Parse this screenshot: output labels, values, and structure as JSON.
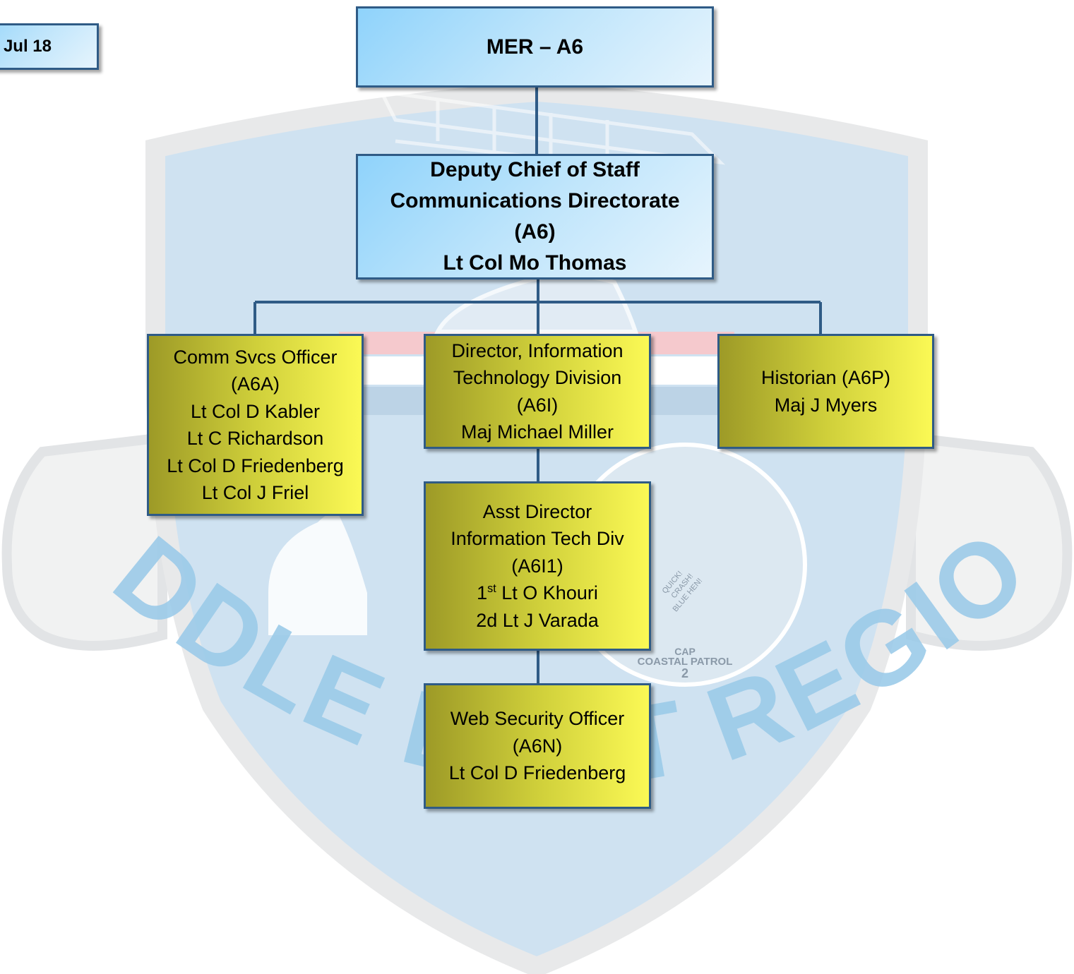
{
  "background": {
    "watermark_text": "MIDDLE EAST REGION",
    "emblem_text": [
      "CAP",
      "COASTAL PATROL",
      "2"
    ],
    "emblem_motto": [
      "QUICK!",
      "CRASH!",
      "BLUE HEN!"
    ]
  },
  "date_box": {
    "label": "Jul 18"
  },
  "top_box": {
    "label": "MER – A6"
  },
  "dcs_box": {
    "lines": [
      "Deputy Chief of Staff",
      "Communications Directorate",
      "(A6)",
      "Lt Col Mo Thomas"
    ]
  },
  "comm_box": {
    "lines": [
      "Comm Svcs Officer",
      "(A6A)",
      "Lt Col D Kabler",
      "Lt C Richardson",
      "Lt Col D Friedenberg",
      "Lt Col J Friel"
    ]
  },
  "it_box": {
    "lines": [
      "Director, Information",
      "Technology Division",
      "(A6I)",
      "Maj Michael Miller"
    ]
  },
  "hist_box": {
    "lines": [
      "Historian (A6P)",
      "Maj J Myers"
    ]
  },
  "asst_box": {
    "lines": [
      "Asst Director",
      "Information Tech Div",
      "(A6I1)"
    ],
    "name1_prefix": "1",
    "name1_sup": "st",
    "name1_rest": " Lt O Khouri",
    "name2": "2d Lt J Varada"
  },
  "web_box": {
    "lines": [
      "Web Security Officer",
      "(A6N)",
      "Lt Col D Friedenberg"
    ]
  },
  "colors": {
    "border": "#2f5b86",
    "blue_box": "#8fd3fb",
    "gold_box": "#fbf955",
    "shield": "#cfe2f1",
    "watermark": "#9ccbe9"
  }
}
